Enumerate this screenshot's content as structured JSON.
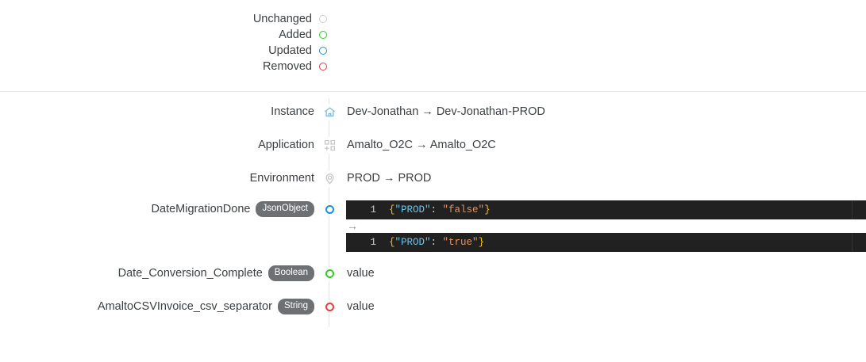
{
  "legend": {
    "items": [
      {
        "label": "Unchanged",
        "icon": "circle-outline-icon",
        "color": "#cfcfcf"
      },
      {
        "label": "Added",
        "icon": "circle-outline-icon",
        "color": "#2ecc1e"
      },
      {
        "label": "Updated",
        "icon": "circle-outline-icon",
        "color": "#1e90d6"
      },
      {
        "label": "Removed",
        "icon": "circle-outline-icon",
        "color": "#f6353a"
      }
    ]
  },
  "rows": [
    {
      "label": "Instance",
      "icon": "home-icon",
      "icon_color": "#73b8e0",
      "value": "Dev-Jonathan → Dev-Jonathan-PROD"
    },
    {
      "label": "Application",
      "icon": "apps-grid-icon",
      "icon_color": "#c4c4c4",
      "value": "Amalto_O2C → Amalto_O2C"
    },
    {
      "label": "Environment",
      "icon": "target-pin-icon",
      "icon_color": "#c4c4c4",
      "value": "PROD → PROD"
    },
    {
      "label": "DateMigrationDone",
      "badge": "JsonObject",
      "icon": "circle-outline-icon",
      "icon_color": "#1e90d6",
      "code_before": {
        "line_number": "1",
        "brace_open": "{",
        "key": "\"PROD\"",
        "punct": ": ",
        "value": "\"false\"",
        "brace_close": "}"
      },
      "arrow": "→",
      "code_after": {
        "line_number": "1",
        "brace_open": "{",
        "key": "\"PROD\"",
        "punct": ": ",
        "value": "\"true\"",
        "brace_close": "}"
      }
    },
    {
      "label": "Date_Conversion_Complete",
      "badge": "Boolean",
      "icon": "circle-outline-icon",
      "icon_color": "#2ecc1e",
      "value": "value"
    },
    {
      "label": "AmaltoCSVInvoice_csv_separator",
      "badge": "String",
      "icon": "circle-outline-icon",
      "icon_color": "#f6353a",
      "value": "value"
    }
  ]
}
